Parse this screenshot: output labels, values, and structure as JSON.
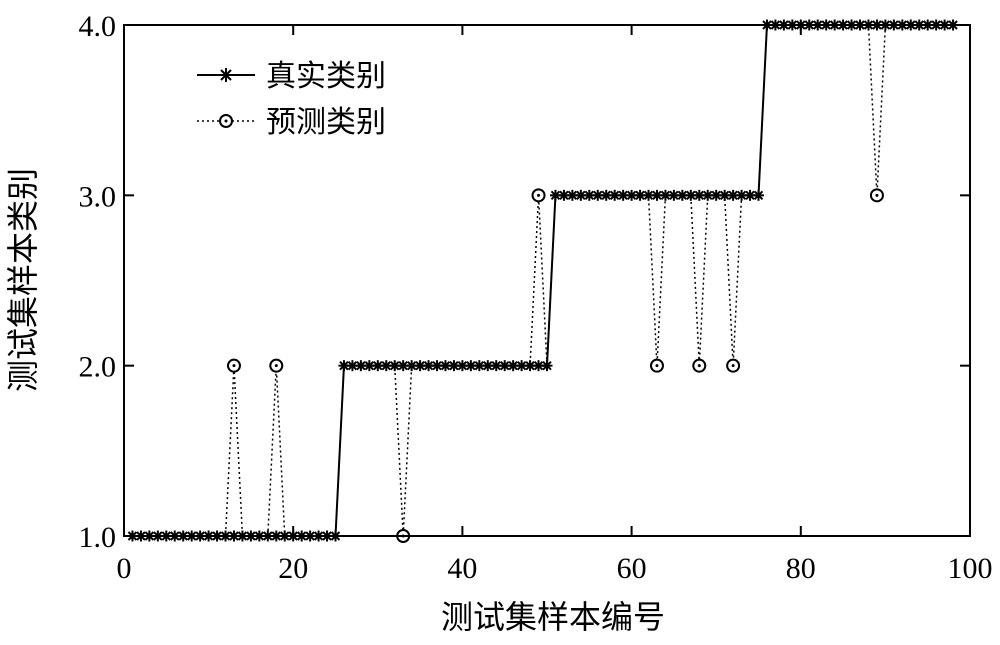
{
  "chart_data": {
    "type": "line",
    "xlabel": "测试集样本编号",
    "ylabel": "测试集样本类别",
    "xlim": [
      0,
      100
    ],
    "ylim": [
      1.0,
      4.0
    ],
    "xticks": [
      0,
      20,
      40,
      60,
      80,
      100
    ],
    "yticks": [
      1.0,
      2.0,
      3.0,
      4.0
    ],
    "xtick_labels": [
      "0",
      "20",
      "40",
      "60",
      "80",
      "100"
    ],
    "ytick_labels": [
      "1.0",
      "2.0",
      "3.0",
      "4.0"
    ],
    "grid": false,
    "legend_position": "top-left",
    "x": [
      1,
      2,
      3,
      4,
      5,
      6,
      7,
      8,
      9,
      10,
      11,
      12,
      13,
      14,
      15,
      16,
      17,
      18,
      19,
      20,
      21,
      22,
      23,
      24,
      25,
      26,
      27,
      28,
      29,
      30,
      31,
      32,
      33,
      34,
      35,
      36,
      37,
      38,
      39,
      40,
      41,
      42,
      43,
      44,
      45,
      46,
      47,
      48,
      49,
      50,
      51,
      52,
      53,
      54,
      55,
      56,
      57,
      58,
      59,
      60,
      61,
      62,
      63,
      64,
      65,
      66,
      67,
      68,
      69,
      70,
      71,
      72,
      73,
      74,
      75,
      76,
      77,
      78,
      79,
      80,
      81,
      82,
      83,
      84,
      85,
      86,
      87,
      88,
      89,
      90,
      91,
      92,
      93,
      94,
      95,
      96,
      97,
      98
    ],
    "series": [
      {
        "name": "真实类别",
        "style": "solid-star",
        "values": [
          1,
          1,
          1,
          1,
          1,
          1,
          1,
          1,
          1,
          1,
          1,
          1,
          1,
          1,
          1,
          1,
          1,
          1,
          1,
          1,
          1,
          1,
          1,
          1,
          1,
          2,
          2,
          2,
          2,
          2,
          2,
          2,
          2,
          2,
          2,
          2,
          2,
          2,
          2,
          2,
          2,
          2,
          2,
          2,
          2,
          2,
          2,
          2,
          2,
          2,
          3,
          3,
          3,
          3,
          3,
          3,
          3,
          3,
          3,
          3,
          3,
          3,
          3,
          3,
          3,
          3,
          3,
          3,
          3,
          3,
          3,
          3,
          3,
          3,
          3,
          4,
          4,
          4,
          4,
          4,
          4,
          4,
          4,
          4,
          4,
          4,
          4,
          4,
          4,
          4,
          4,
          4,
          4,
          4,
          4,
          4,
          4,
          4
        ]
      },
      {
        "name": "预测类别",
        "style": "dotted-circle",
        "values": [
          1,
          1,
          1,
          1,
          1,
          1,
          1,
          1,
          1,
          1,
          1,
          1,
          2,
          1,
          1,
          1,
          1,
          2,
          1,
          1,
          1,
          1,
          1,
          1,
          1,
          2,
          2,
          2,
          2,
          2,
          2,
          2,
          1,
          2,
          2,
          2,
          2,
          2,
          2,
          2,
          2,
          2,
          2,
          2,
          2,
          2,
          2,
          2,
          3,
          2,
          3,
          3,
          3,
          3,
          3,
          3,
          3,
          3,
          3,
          3,
          3,
          3,
          2,
          3,
          3,
          3,
          3,
          2,
          3,
          3,
          3,
          2,
          3,
          3,
          3,
          4,
          4,
          4,
          4,
          4,
          4,
          4,
          4,
          4,
          4,
          4,
          4,
          4,
          3,
          4,
          4,
          4,
          4,
          4,
          4,
          4,
          4,
          4
        ]
      }
    ]
  }
}
